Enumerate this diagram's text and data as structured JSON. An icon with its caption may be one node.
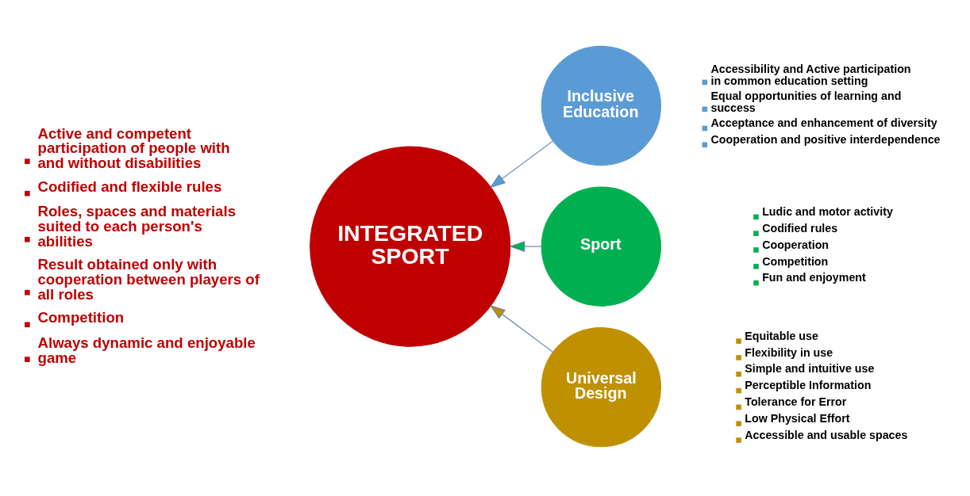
{
  "diagram": {
    "nodes": [
      {
        "text": [
          "INTEGRATED SPORT"
        ],
        "beside": [
          "Active and competent participation of people with and without disabilities",
          "Codified and flexible rules",
          "Roles, spaces and materials suited to each person's abilities",
          "Result obtained only with cooperation between players of all roles",
          "Competition",
          "Always dynamic and enjoyable game"
        ]
      },
      {
        "text": [
          "Inclusive Education"
        ],
        "beside": [
          "Accessibility and Active participation in common education setting",
          "Equal opportunities of learning and success",
          "Acceptance and enhancement of diversity",
          "Cooperation and positive interdependence"
        ]
      },
      {
        "text": [
          "Sport"
        ],
        "beside": [
          "Ludic and motor activity",
          "Codified rules",
          "Cooperation",
          "Competition",
          "Fun and enjoyment"
        ]
      },
      {
        "text": [
          "Universal Design"
        ],
        "beside": [
          "Equitable use",
          "Flexibility in use",
          "Simple and intuitive use",
          "Perceptible Information",
          "Tolerance for Error",
          "Low Physical Effort",
          "Accessible and usable spaces"
        ]
      }
    ],
    "edges": [
      {
        "from": 1,
        "to": 0,
        "arrow": "to"
      },
      {
        "from": 2,
        "to": 0,
        "arrow": "to"
      },
      {
        "from": 3,
        "to": 0,
        "arrow": "to"
      }
    ]
  }
}
